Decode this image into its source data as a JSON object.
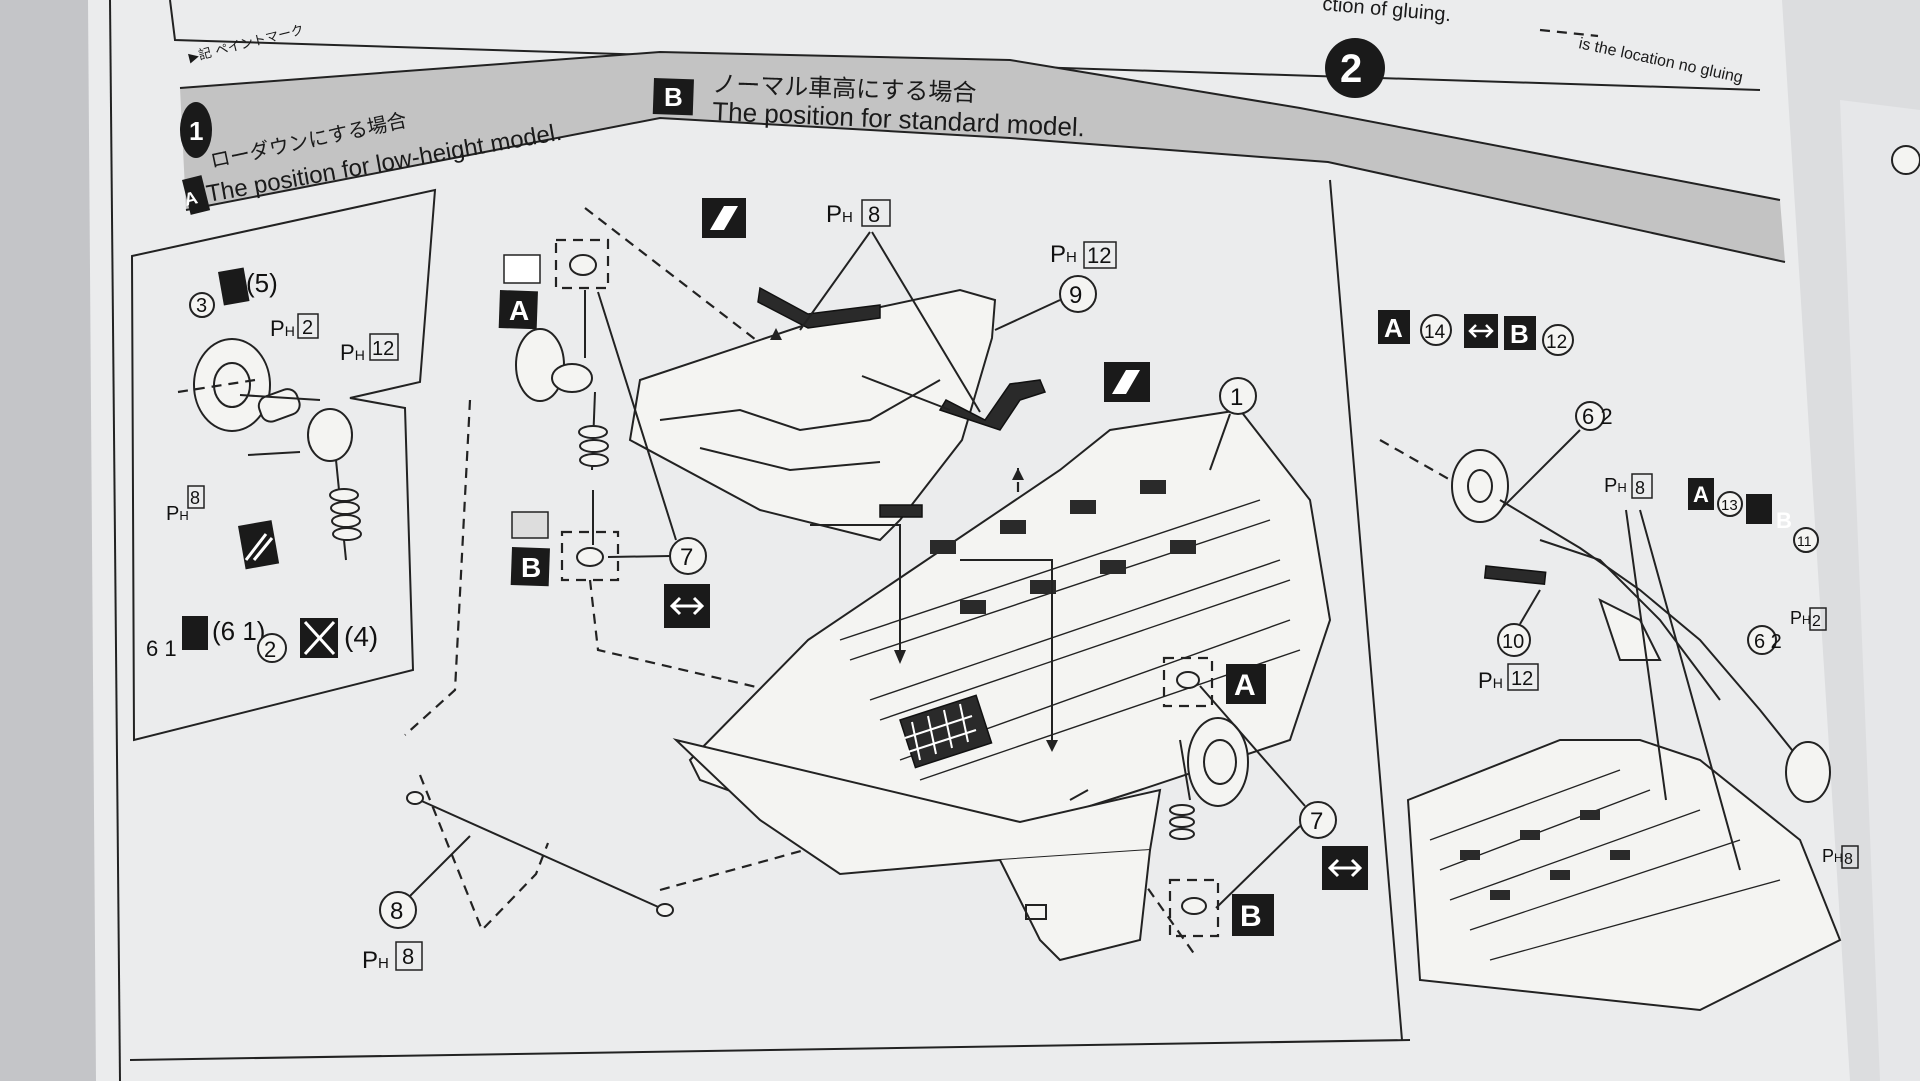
{
  "header": {
    "top_jp_fragment": "▶記 ペイントマーク",
    "top_right_fragment": "ction of gluing.",
    "arrow_note": "is the location no gluing"
  },
  "step1": {
    "number": "1",
    "option_a": {
      "letter": "A",
      "jp": "ローダウンにする場合",
      "en": "The position for low-height model."
    },
    "option_b": {
      "letter": "B",
      "jp": "ノーマル車高にする場合",
      "en": "The position for standard model."
    }
  },
  "step2": {
    "number": "2"
  },
  "callouts": {
    "detail": {
      "p3": "3",
      "p5": "(5)",
      "p2_label": "2",
      "p12_label": "12",
      "p8_label": "8",
      "p61": "6 1",
      "p61_paren": "(6 1)",
      "p2": "2",
      "p4": "(4)"
    },
    "main": {
      "ph8_top": "8",
      "ph12_top": "12",
      "p9": "9",
      "p1": "1",
      "p7a": "7",
      "p7b": "7",
      "p8": "8",
      "ph8_bottom": "8",
      "label_a_top": "A",
      "label_b_mid": "B",
      "label_a_right": "A",
      "label_b_bottom": "B"
    },
    "right": {
      "code_a": "A",
      "code_a_num": "14",
      "code_b": "B",
      "code_b_num": "12",
      "p62_top": "6 2",
      "ph8": "8",
      "code_a2": "A",
      "code_a2_num": "13",
      "code_b2": "B",
      "code_b2_num": "11",
      "p10": "10",
      "ph12": "12",
      "p62_bottom": "6 2",
      "ph2": "2",
      "ph8_br": "8"
    }
  },
  "ph_prefix": "P",
  "ph_sub": "H",
  "icons": [
    "glue-icon",
    "paint-icon",
    "double-arrow-icon",
    "paint-flag-icon"
  ],
  "colors": {
    "paper": "#ebeced",
    "ink": "#1a1a1a",
    "band": "#bdbdbd"
  }
}
